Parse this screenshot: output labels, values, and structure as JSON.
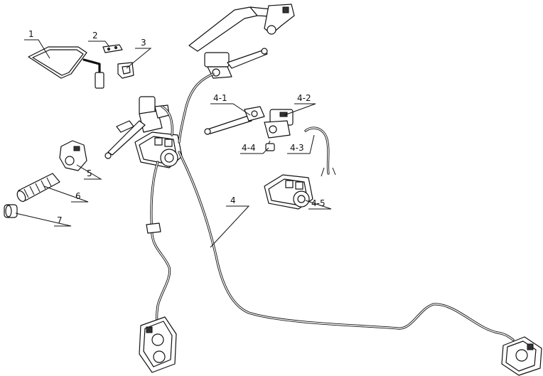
{
  "callouts": [
    {
      "id": "c1",
      "text": "1"
    },
    {
      "id": "c2",
      "text": "2"
    },
    {
      "id": "c3",
      "text": "3"
    },
    {
      "id": "c4",
      "text": "4"
    },
    {
      "id": "c4_1",
      "text": "4-1"
    },
    {
      "id": "c4_2",
      "text": "4-2"
    },
    {
      "id": "c4_3",
      "text": "4-3"
    },
    {
      "id": "c4_4",
      "text": "4-4"
    },
    {
      "id": "c4_5",
      "text": "4-5"
    },
    {
      "id": "c5",
      "text": "5"
    },
    {
      "id": "c6",
      "text": "6"
    },
    {
      "id": "c7",
      "text": "7"
    }
  ]
}
